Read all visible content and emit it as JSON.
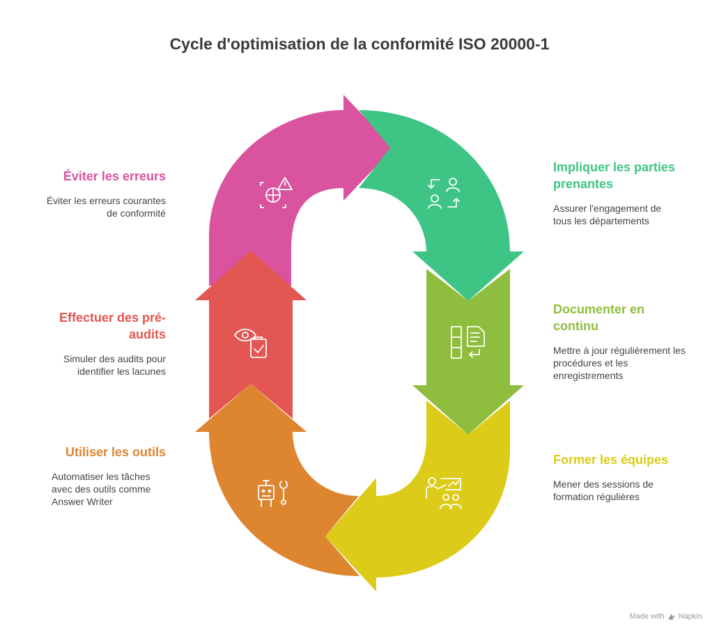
{
  "title": "Cycle d'optimisation de la conformité ISO 20000-1",
  "steps": [
    {
      "id": "eviter",
      "title": "Éviter les erreurs",
      "desc": "Éviter les erreurs courantes de conformité",
      "color": "#d9539f",
      "icon": "alert-target-icon"
    },
    {
      "id": "impliquer",
      "title": "Impliquer les parties prenantes",
      "desc": "Assurer l'engagement de tous les départements",
      "color": "#3ec585",
      "icon": "people-exchange-icon"
    },
    {
      "id": "documenter",
      "title": "Documenter en continu",
      "desc": "Mettre à jour régulièrement les procédures et les enregistrements",
      "color": "#8fbd3d",
      "icon": "document-update-icon"
    },
    {
      "id": "former",
      "title": "Former les équipes",
      "desc": "Mener des sessions de formation régulières",
      "color": "#dccb18",
      "icon": "training-presentation-icon"
    },
    {
      "id": "utiliser",
      "title": "Utiliser les outils",
      "desc": "Automatiser les tâches avec des outils comme Answer Writer",
      "color": "#de8530",
      "icon": "robot-wrench-icon"
    },
    {
      "id": "effectuer",
      "title": "Effectuer des pré-audits",
      "desc": "Simuler des audits pour identifier les lacunes",
      "color": "#e35651",
      "icon": "eye-clipboard-icon"
    }
  ],
  "footer": {
    "made_with": "Made with",
    "brand": "Napkin"
  }
}
